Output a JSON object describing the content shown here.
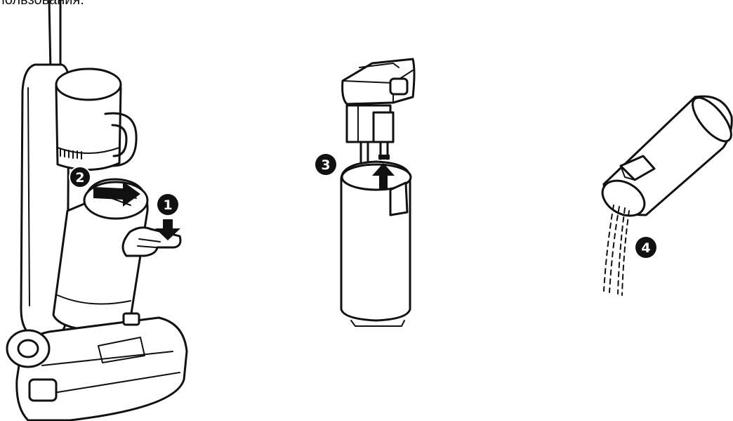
{
  "caption": "пользования.",
  "steps": [
    {
      "number": "1",
      "icon": "down-arrow-icon"
    },
    {
      "number": "2",
      "icon": "right-arrow-icon"
    },
    {
      "number": "3",
      "icon": "up-arrow-icon"
    },
    {
      "number": "4",
      "icon": "pour-water-icon"
    }
  ],
  "colors": {
    "ink": "#111111",
    "paper": "#ffffff"
  }
}
